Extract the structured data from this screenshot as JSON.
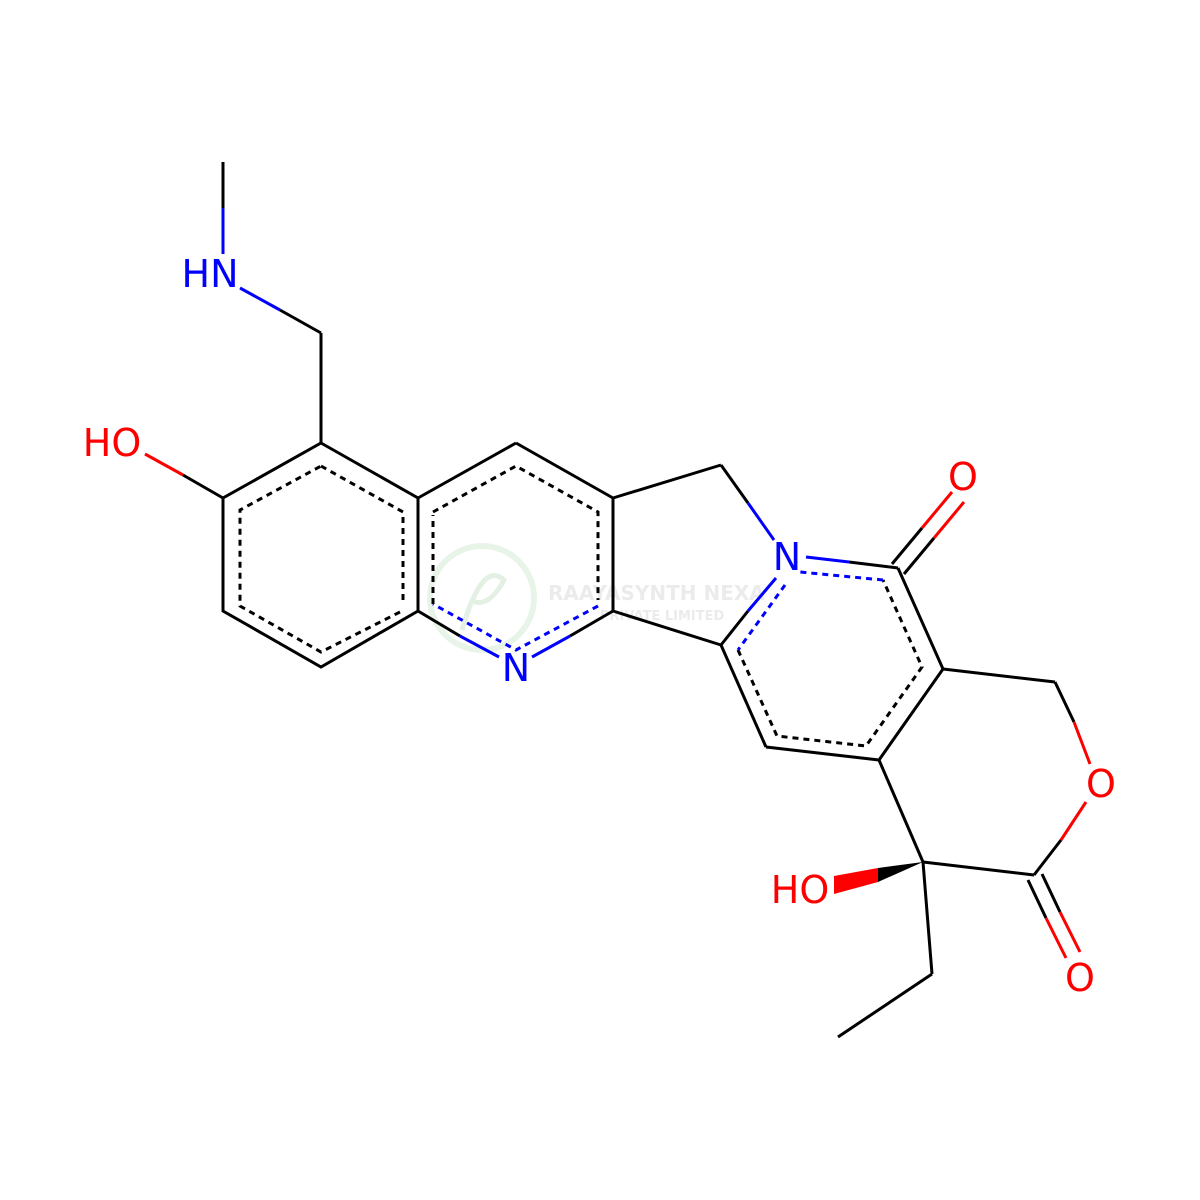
{
  "molecule": {
    "atom_labels": {
      "nh": "HN",
      "oh_phenol": "HO",
      "n_quinoline": "N",
      "n_pyridone": "N",
      "o_ketone": "O",
      "o_ring": "O",
      "oh_tertiary": "HO",
      "o_lactone": "O"
    },
    "colors": {
      "bond": "#000000",
      "nitrogen": "#0000ff",
      "oxygen": "#ff0000",
      "watermark": "#dcdcdc"
    }
  },
  "watermark": {
    "name": "RAAYASYNTH NEXA",
    "subtitle": "PRIVATE LIMITED"
  }
}
